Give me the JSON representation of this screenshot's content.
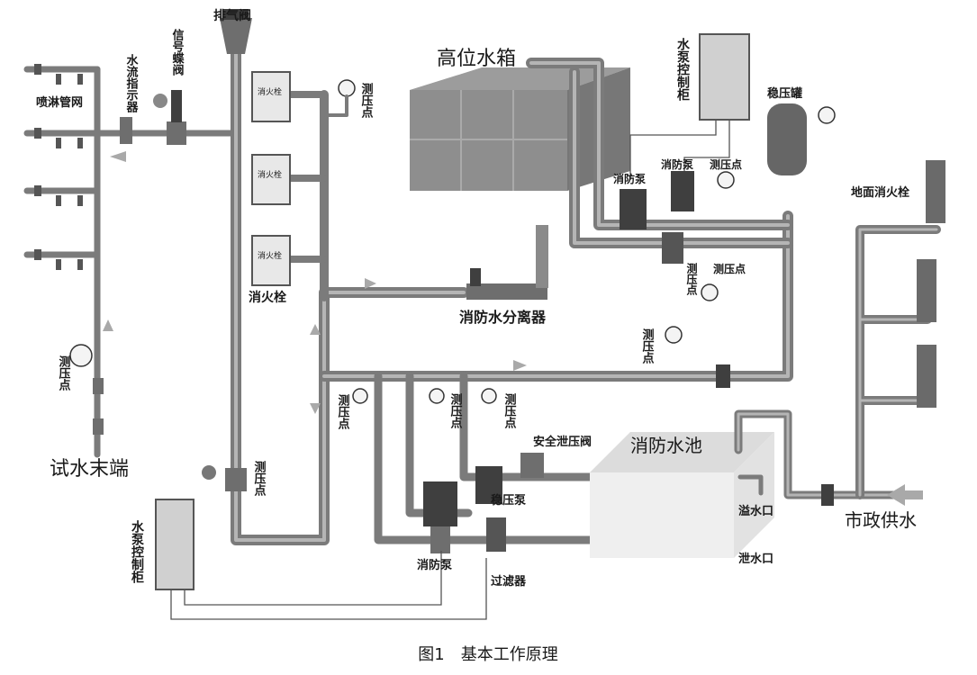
{
  "labels": {
    "exhaust_valve": "排气阀",
    "water_flow_indicator": "水流指示器",
    "signal_butterfly_valve": "信号蝶阀",
    "sprinkler_pipe_network": "喷淋管网",
    "test_pressure_point_1": "测压点",
    "test_pressure_point_2": "测压点",
    "test_pressure_point_3": "测压点",
    "test_pressure_point_4": "测压点",
    "test_pressure_point_5": "测压点",
    "test_pressure_point_6": "测压点",
    "test_pressure_point_7": "测压点",
    "test_pressure_point_8": "测压点",
    "test_pressure_point_9": "测压点",
    "test_pressure_point_10": "测压点",
    "test_water_end": "试水末端",
    "fire_hydrant": "消火栓",
    "high_water_tank": "高位水箱",
    "pump_control_cabinet_top": "水泵控制柜",
    "pump_control_cabinet_bottom": "水泵控制柜",
    "pressure_tank": "稳压罐",
    "fire_pump_top_1": "消防泵",
    "fire_pump_top_2": "消防泵",
    "ground_fire_hydrant": "地面消火栓",
    "fire_water_separator": "消防水分离器",
    "safety_relief_valve": "安全泄压阀",
    "fire_pool": "消防水池",
    "stabilizer_pump": "稳压泵",
    "fire_pump_bottom": "消防泵",
    "filter": "过滤器",
    "overflow_port": "溢水口",
    "drain_port": "泄水口",
    "municipal_water_supply": "市政供水",
    "hydrant_box_text": "消火栓"
  },
  "caption": "图1　基本工作原理",
  "colors": {
    "pipe": "#7b7b7b",
    "pipe_highlight": "#b5b5b5",
    "equipment_dark": "#3f3f3f",
    "flow_arrow": "#a9a9a9",
    "background": "#ffffff"
  }
}
